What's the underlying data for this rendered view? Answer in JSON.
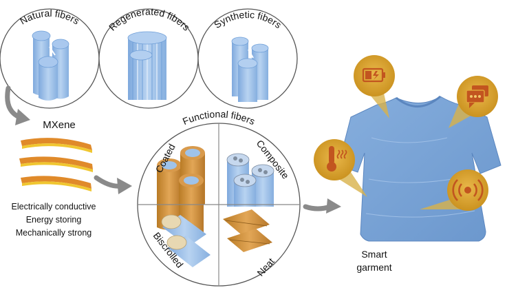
{
  "fiber_types": {
    "natural": "Natural fibers",
    "regenerated": "Regenerated fibers",
    "synthetic": "Synthetic fibers"
  },
  "mxene": {
    "title": "MXene",
    "properties": [
      "Electrically conductive",
      "Energy storing",
      "Mechanically strong"
    ]
  },
  "functional": {
    "title": "Functional fibers",
    "quadrants": {
      "coated": "Coated",
      "composite": "Composite",
      "biscrolled": "Biscrolled",
      "neat": "Neat"
    }
  },
  "garment": {
    "label_line1": "Smart",
    "label_line2": "garment",
    "icons": [
      "battery-icon",
      "chat-icon",
      "thermometer-icon",
      "wireless-signal-icon"
    ]
  },
  "colors": {
    "fiber_blue": "#9fc3ea",
    "fiber_blue_dark": "#6f9fd8",
    "gold": "#d4a02a",
    "gold_dark": "#b07d12",
    "icon_red": "#c2551f",
    "arrow_gray": "#8a8a8a",
    "shirt_blue": "#7aa4d6",
    "mxene_orange": "#e08a2a",
    "mxene_yellow": "#f0c630"
  }
}
